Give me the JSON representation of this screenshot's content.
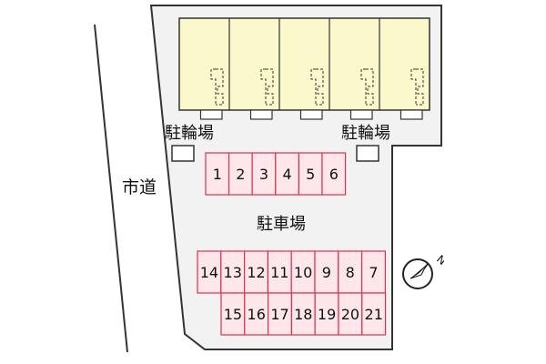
{
  "labels": {
    "road": "市道",
    "bike_parking_left": "駐輪場",
    "bike_parking_right": "駐輪場",
    "parking_lot": "駐車場",
    "compass_north": "N"
  },
  "parking": {
    "top_row": [
      "1",
      "2",
      "3",
      "4",
      "5",
      "6"
    ],
    "bottom_row_upper": [
      "14",
      "13",
      "12",
      "11",
      "10",
      "9",
      "8",
      "7"
    ],
    "bottom_row_lower": [
      "15",
      "16",
      "17",
      "18",
      "19",
      "20",
      "21"
    ]
  },
  "units_count": 5,
  "colors": {
    "lot_fill": "#f2f2f2",
    "outline": "#333333",
    "building_fill": "#fbf8cc",
    "space_fill": "#fde7ea",
    "space_stroke": "#e0304a"
  }
}
